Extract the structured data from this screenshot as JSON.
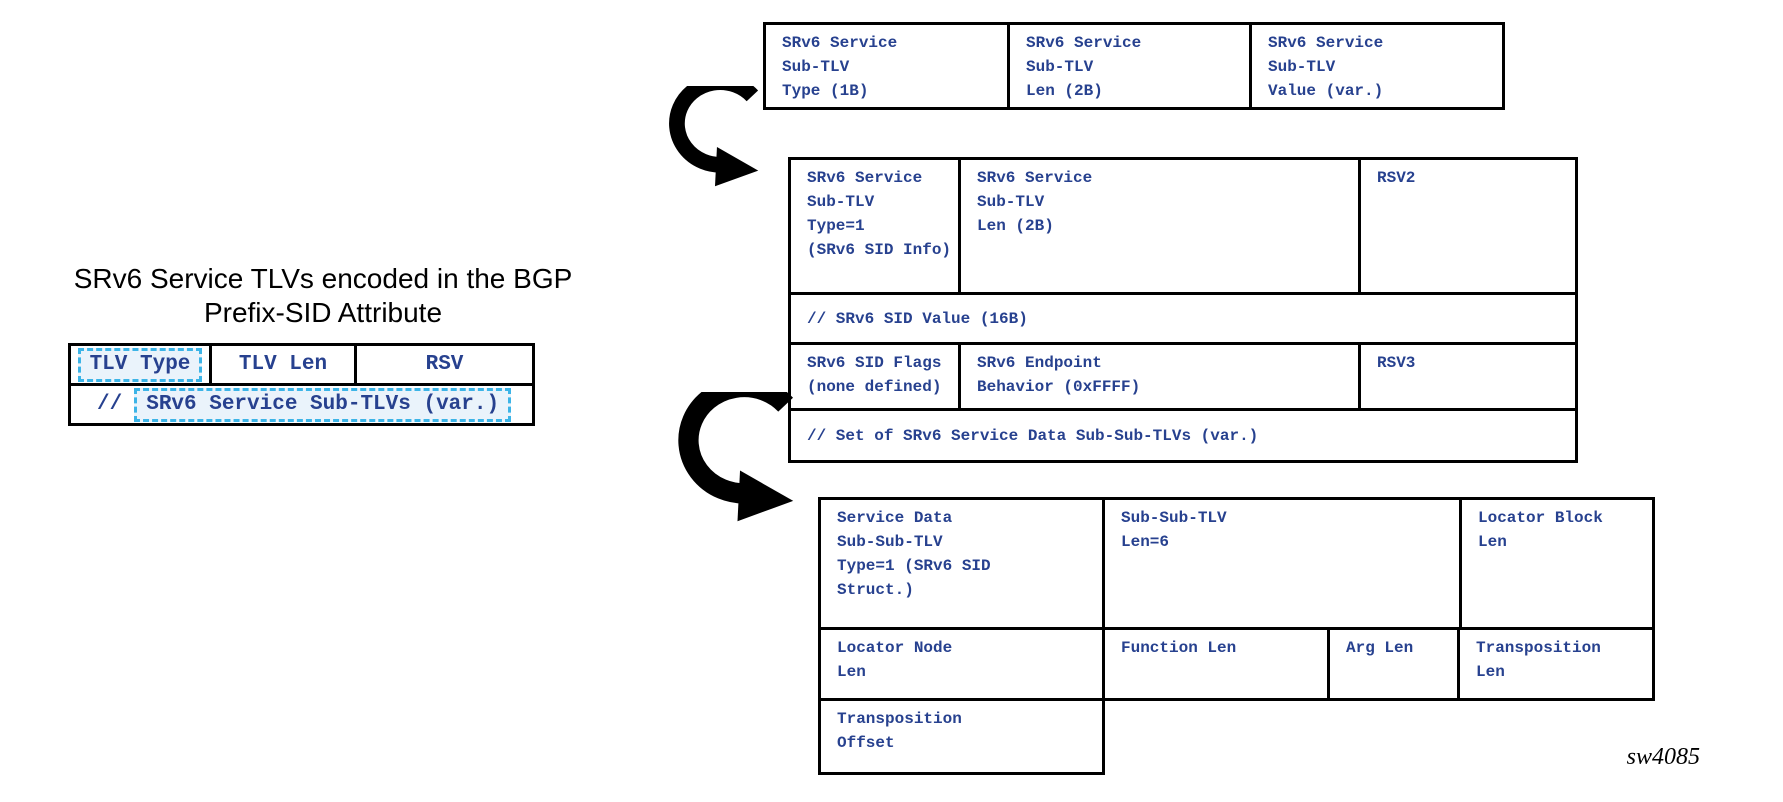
{
  "colors": {
    "text_blue": "#27418F",
    "highlight_cyan": "#3CB4E7",
    "highlight_fill": "#EAF3FB",
    "arrow_black": "#000000"
  },
  "left_panel": {
    "title_line1": "SRv6 Service TLVs encoded in the BGP",
    "title_line2": "Prefix-SID Attribute",
    "tlv_table": {
      "type_cell": "TLV Type",
      "len_cell": "TLV Len",
      "rsv_cell": "RSV",
      "subtlvs_prefix": "//",
      "subtlvs_cell": "SRv6 Service Sub-TLVs (var.)"
    }
  },
  "sub_tlv_table": {
    "cells": [
      "SRv6 Service\nSub-TLV\nType (1B)",
      "SRv6 Service\nSub-TLV\nLen (2B)",
      "SRv6 Service\nSub-TLV\nValue (var.)"
    ]
  },
  "sid_info_table": {
    "row1": [
      "SRv6 Service\nSub-TLV\nType=1\n(SRv6 SID Info)",
      "SRv6 Service\nSub-TLV\nLen (2B)",
      "RSV2"
    ],
    "row2": "// SRv6 SID Value (16B)",
    "row3": [
      "SRv6 SID Flags\n(none defined)",
      "SRv6 Endpoint\nBehavior (0xFFFF)",
      "RSV3"
    ],
    "row4": "// Set of SRv6 Service Data Sub-Sub-TLVs (var.)"
  },
  "sid_structure_table": {
    "row1": [
      "Service Data\nSub-Sub-TLV\nType=1 (SRv6 SID\nStruct.)",
      "Sub-Sub-TLV\nLen=6",
      "Locator Block\nLen"
    ],
    "row2": [
      "Locator Node\nLen",
      "Function Len",
      "Arg Len",
      "Transposition\nLen"
    ],
    "row3": "Transposition\nOffset"
  },
  "footer": {
    "figure_id": "sw4085"
  }
}
